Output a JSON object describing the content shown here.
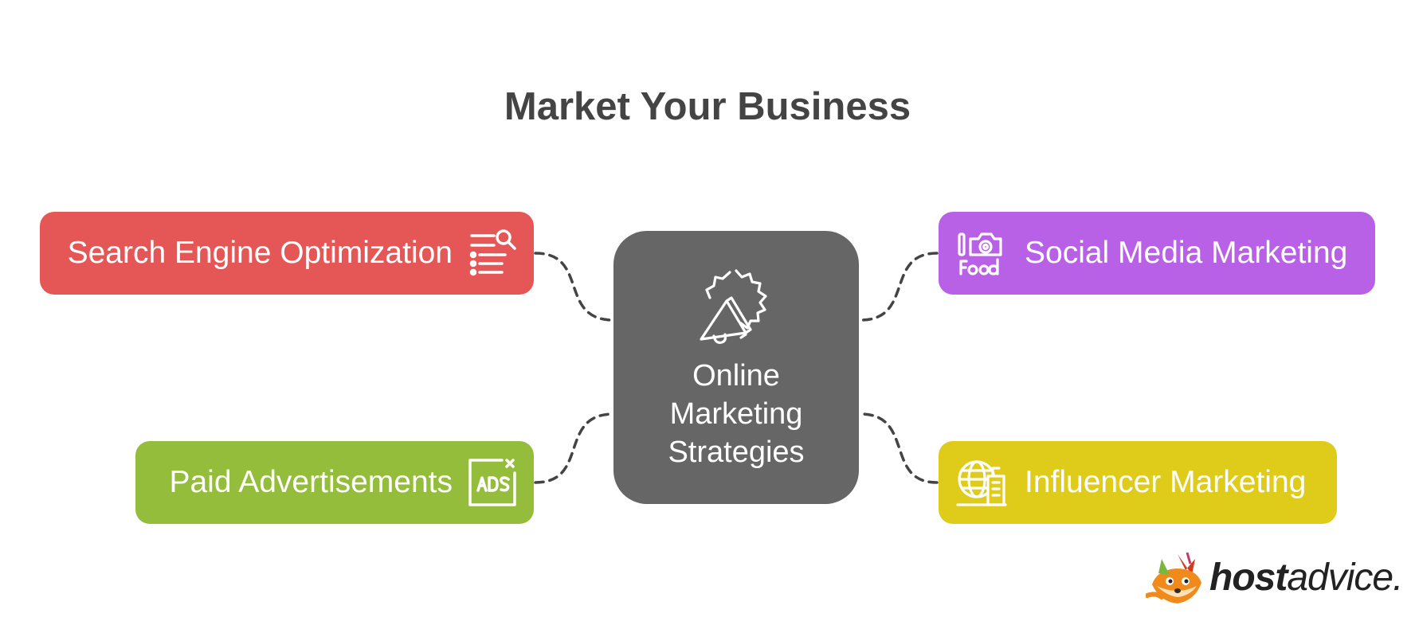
{
  "diagram": {
    "title": "Market Your Business",
    "center": {
      "label_lines": [
        "Online",
        "Marketing",
        "Strategies"
      ],
      "icon": "megaphone-badge-icon"
    },
    "branches": [
      {
        "id": "seo",
        "label": "Search Engine Optimization",
        "icon": "search-list-icon",
        "color": "#e55756"
      },
      {
        "id": "ads",
        "label": "Paid Advertisements",
        "icon": "ads-window-icon",
        "color": "#93bd3a"
      },
      {
        "id": "social",
        "label": "Social Media Marketing",
        "icon": "food-camera-icon",
        "color": "#b860e6"
      },
      {
        "id": "influencer",
        "label": "Influencer Marketing",
        "icon": "globe-building-icon",
        "color": "#dfcb1a"
      }
    ],
    "center_color": "#666666",
    "connector_color": "#444444"
  },
  "brand": {
    "name_bold": "host",
    "name_light": "advice.",
    "logo_icon": "fox-mascot-icon"
  }
}
